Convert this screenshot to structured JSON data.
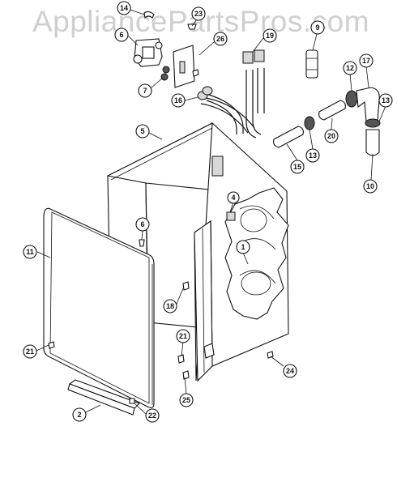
{
  "watermark": "AppliancePartsPros.com",
  "callouts": {
    "c14": "14",
    "c23": "23",
    "c6a": "6",
    "c26": "26",
    "c19": "19",
    "c9": "9",
    "c7": "7",
    "c16": "16",
    "c12": "12",
    "c17": "17",
    "c13a": "13",
    "c13b": "13",
    "c20": "20",
    "c15": "15",
    "c10": "10",
    "c5": "5",
    "c4": "4",
    "c1": "1",
    "c6b": "6",
    "c11": "11",
    "c18": "18",
    "c21a": "21",
    "c21b": "21",
    "c24": "24",
    "c25": "25",
    "c2": "2",
    "c22": "22"
  }
}
